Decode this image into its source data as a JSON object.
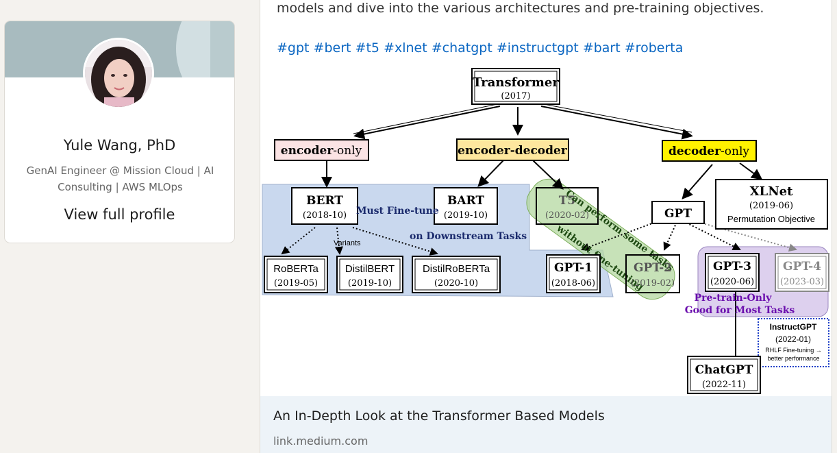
{
  "profile": {
    "name": "Yule Wang, PhD",
    "headline": "GenAI Engineer @ Mission Cloud | AI Consulting | AWS MLOps",
    "view_profile_label": "View full profile"
  },
  "post": {
    "text": "models and dive into the various architectures and pre-training objectives.",
    "hashtags": [
      "#gpt",
      "#bert",
      "#t5",
      "#xlnet",
      "#chatgpt",
      "#instructgpt",
      "#bart",
      "#roberta"
    ]
  },
  "diagram": {
    "root": {
      "name": "Transformer",
      "date": "(2017)"
    },
    "categories": {
      "encoder_only": {
        "part1": "encoder",
        "part2": "-only"
      },
      "encoder_decoder": "encoder-decoder",
      "decoder_only": {
        "part1": "decoder",
        "part2": "-only"
      }
    },
    "models": {
      "bert": {
        "name": "BERT",
        "date": "(2018-10)"
      },
      "bart": {
        "name": "BART",
        "date": "(2019-10)"
      },
      "t5": {
        "name": "T5",
        "date": "(2020-02)"
      },
      "gpt": {
        "name": "GPT"
      },
      "xlnet": {
        "name": "XLNet",
        "date": "(2019-06)",
        "note": "Permutation Objective"
      },
      "roberta": {
        "name": "RoBERTa",
        "date": "(2019-05)"
      },
      "distilbert": {
        "name": "DistilBERT",
        "date": "(2019-10)"
      },
      "distilroberta": {
        "name": "DistilRoBERTa",
        "date": "(2020-10)"
      },
      "gpt1": {
        "name": "GPT-1",
        "date": "(2018-06)"
      },
      "gpt2": {
        "name": "GPT-2",
        "date": "(2019-02)"
      },
      "gpt3": {
        "name": "GPT-3",
        "date": "(2020-06)"
      },
      "gpt4": {
        "name": "GPT-4",
        "date": "(2023-03)"
      },
      "instructgpt": {
        "name": "InstructGPT",
        "date": "(2022-01)",
        "note": "RHLF Fine-tuning → better performance"
      },
      "chatgpt": {
        "name": "ChatGPT",
        "date": "(2022-11)"
      }
    },
    "annotations": {
      "must_fine_tune": "Must Fine-tune",
      "downstream": "on Downstream Tasks",
      "variants": "Variants",
      "can_perform_1": "Can perform some tasks",
      "can_perform_2": "without fine-tuning",
      "pretrain_only": "Pre-train-Only",
      "good_for_most": "Good for Most Tasks"
    },
    "colors": {
      "encoder_only": "#fbe3e4",
      "encoder_decoder": "#fde79e",
      "decoder_only": "#fff200",
      "encoder_region": "#c9d8ee",
      "t5_highlight": "#b4d8a0",
      "gpt_region": "#ddd0ee",
      "pretrain_text": "#6a0dad",
      "link_blue": "#0a66c2"
    }
  },
  "link_preview": {
    "title": "An In-Depth Look at the Transformer Based Models",
    "domain": "link.medium.com"
  }
}
